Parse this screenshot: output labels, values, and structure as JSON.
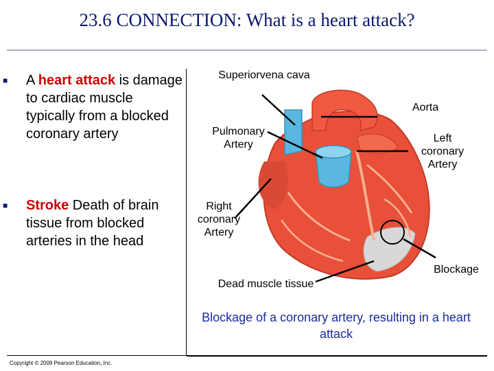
{
  "title": "23.6 CONNECTION: What is a heart attack?",
  "bullets": [
    {
      "highlight": "heart attack",
      "pre": "A ",
      "post": " is damage to cardiac muscle typically from a blocked coronary artery"
    },
    {
      "highlight": "Stroke",
      "pre": "",
      "post": " Death of brain tissue from blocked arteries in the head"
    }
  ],
  "figure": {
    "labels": {
      "superior_vena_cava": "Superiorvena cava",
      "aorta": "Aorta",
      "pulmonary_artery": "Pulmonary Artery",
      "left_coronary_artery": "Left coronary Artery",
      "right_coronary_artery": "Right coronary Artery",
      "blockage": "Blockage",
      "dead_muscle": "Dead muscle tissue"
    },
    "caption": "Blockage of a coronary artery, resulting in a heart attack"
  },
  "copyright": "Copyright © 2009 Pearson Education, Inc.",
  "colors": {
    "title": "#0b1a70",
    "highlight": "#cc0000",
    "caption": "#1a2aa0",
    "heart_muscle": "#e8503a",
    "vessel_blue": "#5ab8e0",
    "dead_tissue": "#d8d8d8"
  }
}
